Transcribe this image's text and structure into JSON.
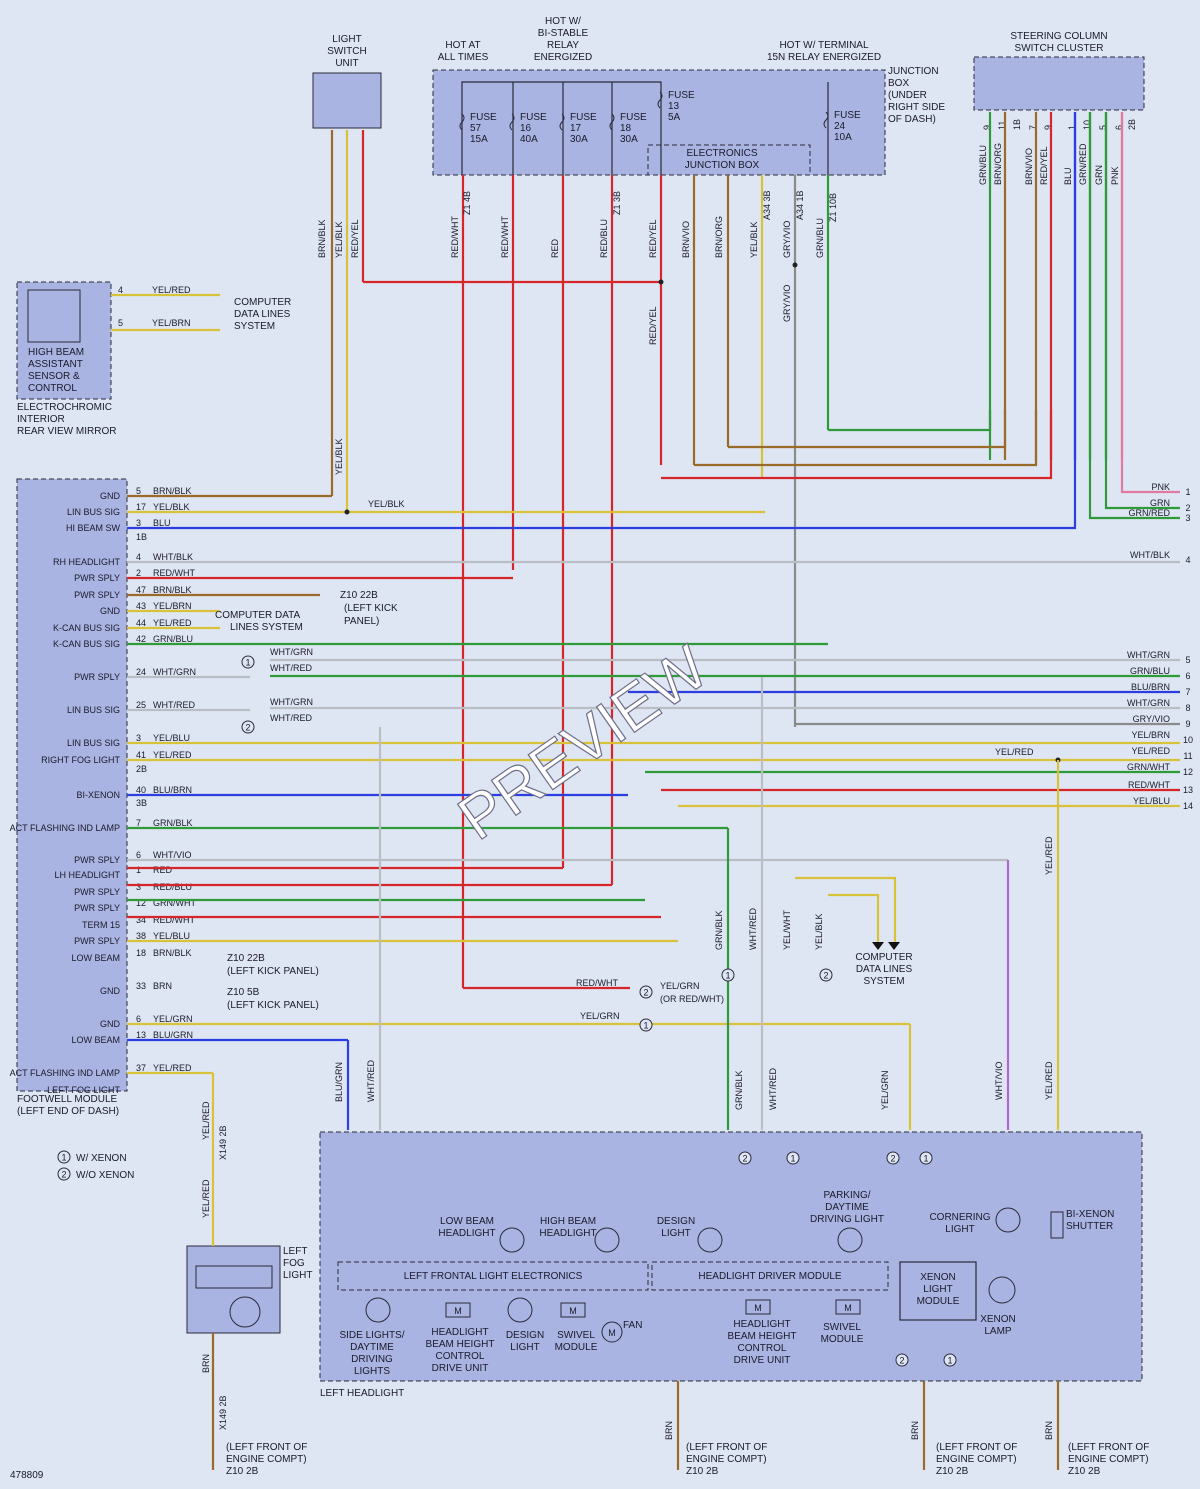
{
  "components": {
    "light_switch": [
      "LIGHT",
      "SWITCH",
      "UNIT"
    ],
    "junction_box": [
      "JUNCTION",
      "BOX",
      "(UNDER",
      "RIGHT SIDE",
      "OF DASH)"
    ],
    "ejb": [
      "ELECTRONICS",
      "JUNCTION BOX"
    ],
    "steering": [
      "STEERING COLUMN",
      "SWITCH CLUSTER"
    ],
    "mirror_inner": [
      "HIGH BEAM",
      "ASSISTANT",
      "SENSOR &",
      "CONTROL"
    ],
    "mirror_outer": [
      "ELECTROCHROMIC",
      "INTERIOR",
      "REAR VIEW MIRROR"
    ],
    "footwell": [
      "FOOTWELL MODULE",
      "(LEFT END OF DASH)"
    ],
    "left_fog": [
      "LEFT",
      "FOG",
      "LIGHT"
    ],
    "left_headlight": "LEFT HEADLIGHT",
    "lfle": "LEFT FRONTAL LIGHT ELECTRONICS",
    "hdm": "HEADLIGHT DRIVER MODULE",
    "xenon_module": [
      "XENON",
      "LIGHT",
      "MODULE"
    ],
    "xenon_lamp": [
      "XENON",
      "LAMP"
    ],
    "cornering": [
      "CORNERING",
      "LIGHT"
    ],
    "bixenon": [
      "BI-XENON",
      "SHUTTER"
    ],
    "low_beam": [
      "LOW BEAM",
      "HEADLIGHT"
    ],
    "high_beam": [
      "HIGH BEAM",
      "HEADLIGHT"
    ],
    "design_light": [
      "DESIGN",
      "LIGHT"
    ],
    "parking": [
      "PARKING/",
      "DAYTIME",
      "DRIVING LIGHT"
    ],
    "side_lights": [
      "SIDE LIGHTS/",
      "DAYTIME",
      "DRIVING",
      "LIGHTS"
    ],
    "hbc1": [
      "HEADLIGHT",
      "BEAM HEIGHT",
      "CONTROL",
      "DRIVE UNIT"
    ],
    "design2": [
      "DESIGN",
      "LIGHT"
    ],
    "swivel1": [
      "SWIVEL",
      "MODULE"
    ],
    "fan": "FAN",
    "hbc2": [
      "HEADLIGHT",
      "BEAM HEIGHT",
      "CONTROL",
      "DRIVE UNIT"
    ],
    "swivel2": [
      "SWIVEL",
      "MODULE"
    ]
  },
  "supply_labels": {
    "hot_all": [
      "HOT AT",
      "ALL TIMES"
    ],
    "hot_bi": [
      "HOT W/",
      "BI-STABLE",
      "RELAY",
      "ENERGIZED"
    ],
    "hot_15n": [
      "HOT W/ TERMINAL",
      "15N RELAY ENERGIZED"
    ]
  },
  "fuses": [
    {
      "lines": [
        "FUSE",
        "57",
        "15A"
      ]
    },
    {
      "lines": [
        "FUSE",
        "16",
        "40A"
      ]
    },
    {
      "lines": [
        "FUSE",
        "17",
        "30A"
      ]
    },
    {
      "lines": [
        "FUSE",
        "18",
        "30A"
      ]
    },
    {
      "lines": [
        "FUSE",
        "13",
        "5A"
      ]
    },
    {
      "lines": [
        "FUSE",
        "24",
        "10A"
      ]
    }
  ],
  "footwell_pins": [
    {
      "label": "GND",
      "pin": "5",
      "wire": "BRN/BLK"
    },
    {
      "label": "LIN BUS SIG",
      "pin": "17",
      "wire": "YEL/BLK"
    },
    {
      "label": "HI BEAM SW",
      "pin": "3",
      "wire": "BLU"
    },
    {
      "label": "RH HEADLIGHT",
      "pin": "4",
      "wire": "WHT/BLK"
    },
    {
      "label": "PWR SPLY",
      "pin": "2",
      "wire": "RED/WHT"
    },
    {
      "label": "PWR SPLY",
      "pin": "47",
      "wire": "BRN/BLK"
    },
    {
      "label": "GND",
      "pin": "43",
      "wire": "YEL/BRN"
    },
    {
      "label": "K-CAN BUS SIG",
      "pin": "44",
      "wire": "YEL/RED"
    },
    {
      "label": "K-CAN BUS SIG",
      "pin": "42",
      "wire": "GRN/BLU"
    },
    {
      "label": "PWR SPLY",
      "pin": "24",
      "wire": "WHT/GRN"
    },
    {
      "label": "LIN BUS SIG",
      "pin": "25",
      "wire": "WHT/RED"
    },
    {
      "label": "LIN BUS SIG",
      "pin": "3",
      "wire": "YEL/BLU"
    },
    {
      "label": "RIGHT FOG LIGHT",
      "pin": "41",
      "wire": "YEL/RED"
    },
    {
      "label": "BI-XENON",
      "pin": "40",
      "wire": "BLU/BRN"
    },
    {
      "label": "ACT FLASHING IND LAMP",
      "pin": "7",
      "wire": "GRN/BLK"
    },
    {
      "label": "PWR SPLY",
      "pin": "6",
      "wire": "WHT/VIO"
    },
    {
      "label": "LH HEADLIGHT",
      "pin": "1",
      "wire": "RED"
    },
    {
      "label": "PWR SPLY",
      "pin": "3",
      "wire": "RED/BLU"
    },
    {
      "label": "PWR SPLY",
      "pin": "12",
      "wire": "GRN/WHT"
    },
    {
      "label": "TERM 15",
      "pin": "34",
      "wire": "RED/WHT"
    },
    {
      "label": "PWR SPLY",
      "pin": "38",
      "wire": "YEL/BLU"
    },
    {
      "label": "LOW BEAM",
      "pin": "18",
      "wire": "BRN/BLK"
    },
    {
      "label": "GND",
      "pin": "33",
      "wire": "BRN"
    },
    {
      "label": "GND",
      "pin": "6",
      "wire": "YEL/GRN"
    },
    {
      "label": "LOW BEAM",
      "pin": "13",
      "wire": "BLU/GRN"
    },
    {
      "label": "ACT FLASHING IND LAMP",
      "pin": "37",
      "wire": "YEL/RED"
    },
    {
      "label": "LEFT FOG LIGHT",
      "pin": "",
      "wire": ""
    }
  ],
  "connectors": [
    "1B",
    "2B",
    "3B",
    "Z1 4B",
    "Z1 3B",
    "A34 3B",
    "A34 1B",
    "Z1 10B",
    "X149 2B"
  ],
  "ground_notes": [
    "Z10 22B",
    "(LEFT KICK",
    "PANEL)",
    "Z10 5B",
    "(LEFT KICK PANEL)",
    "(LEFT KICK PANEL)"
  ],
  "data_lines": [
    "COMPUTER",
    "DATA LINES",
    "SYSTEM",
    "LINES SYSTEM"
  ],
  "right_edge": [
    {
      "n": "1",
      "wire": "PNK"
    },
    {
      "n": "2",
      "wire": "GRN"
    },
    {
      "n": "3",
      "wire": "GRN/RED"
    },
    {
      "n": "4",
      "wire": "WHT/BLK"
    },
    {
      "n": "5",
      "wire": "WHT/GRN"
    },
    {
      "n": "6",
      "wire": "GRN/BLU"
    },
    {
      "n": "7",
      "wire": "BLU/BRN"
    },
    {
      "n": "8",
      "wire": "WHT/GRN"
    },
    {
      "n": "9",
      "wire": "GRY/VIO"
    },
    {
      "n": "10",
      "wire": "YEL/BRN"
    },
    {
      "n": "11",
      "wire": "YEL/RED"
    },
    {
      "n": "12",
      "wire": "GRN/WHT"
    },
    {
      "n": "13",
      "wire": "RED/WHT"
    },
    {
      "n": "14",
      "wire": "YEL/BLU"
    }
  ],
  "legend": {
    "xenon": "W/ XENON",
    "no_xenon": "W/O XENON"
  },
  "bottom_notes": [
    "(LEFT FRONT OF",
    "ENGINE COMPT)",
    "Z10 2B"
  ],
  "diagram_id": "478809",
  "watermark": "PREVIEW",
  "colors": {
    "background": "#dfe6f3",
    "component_fill": "#a9b4e2",
    "RED": "#d7262a",
    "BLU": "#2b3ee0",
    "GRN": "#2f9a3a",
    "YEL": "#d9c23a",
    "BRN": "#9a6a2a",
    "VIO": "#b266d1",
    "GRY": "#8a8a8a",
    "PNK": "#e07aa0"
  }
}
